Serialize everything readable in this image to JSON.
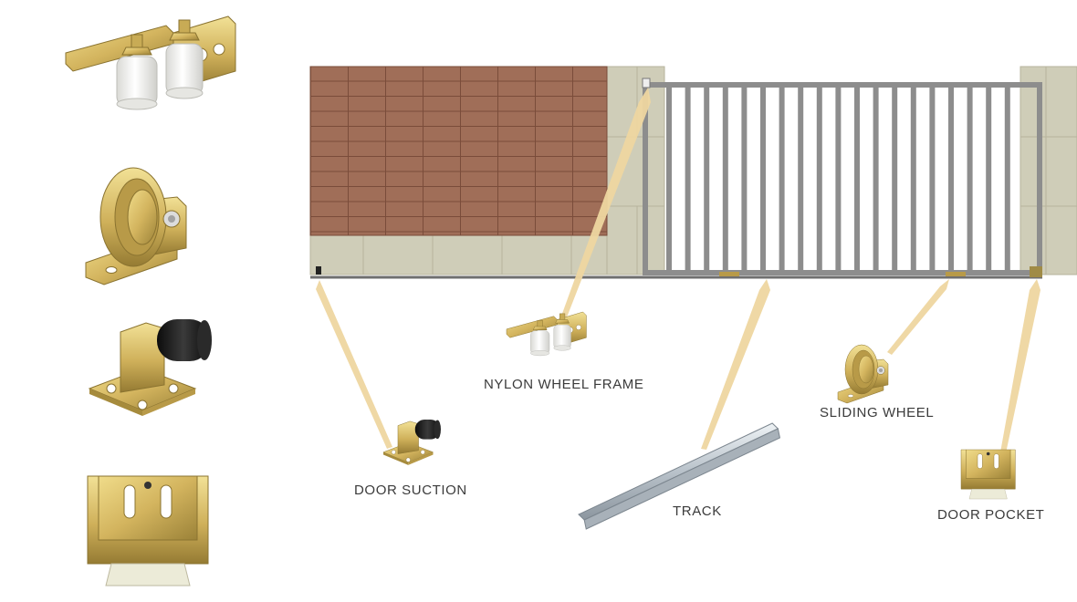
{
  "labels": {
    "nylon_wheel_frame": "NYLON WHEEL FRAME",
    "door_suction": "DOOR SUCTION",
    "track": "TRACK",
    "sliding_wheel": "SLIDING WHEEL",
    "door_pocket": "DOOR POCKET"
  },
  "colors": {
    "brick": "#a06e58",
    "mortar": "#7a4c3a",
    "wall_block": "#cfcdb8",
    "wall_line": "#b7b49d",
    "gate_frame": "#8d8d8d",
    "gold": "#d3b45e",
    "gold_dark": "#8a7330",
    "nylon": "#f1f1ef",
    "rubber": "#161616",
    "steel": "#c2c9d0",
    "pointer": "#eed6a0",
    "label_text": "#3b3b3b"
  },
  "icons": {
    "catalog": [
      "nylon-wheel-frame-icon",
      "sliding-wheel-icon",
      "door-suction-icon",
      "door-pocket-icon"
    ]
  }
}
